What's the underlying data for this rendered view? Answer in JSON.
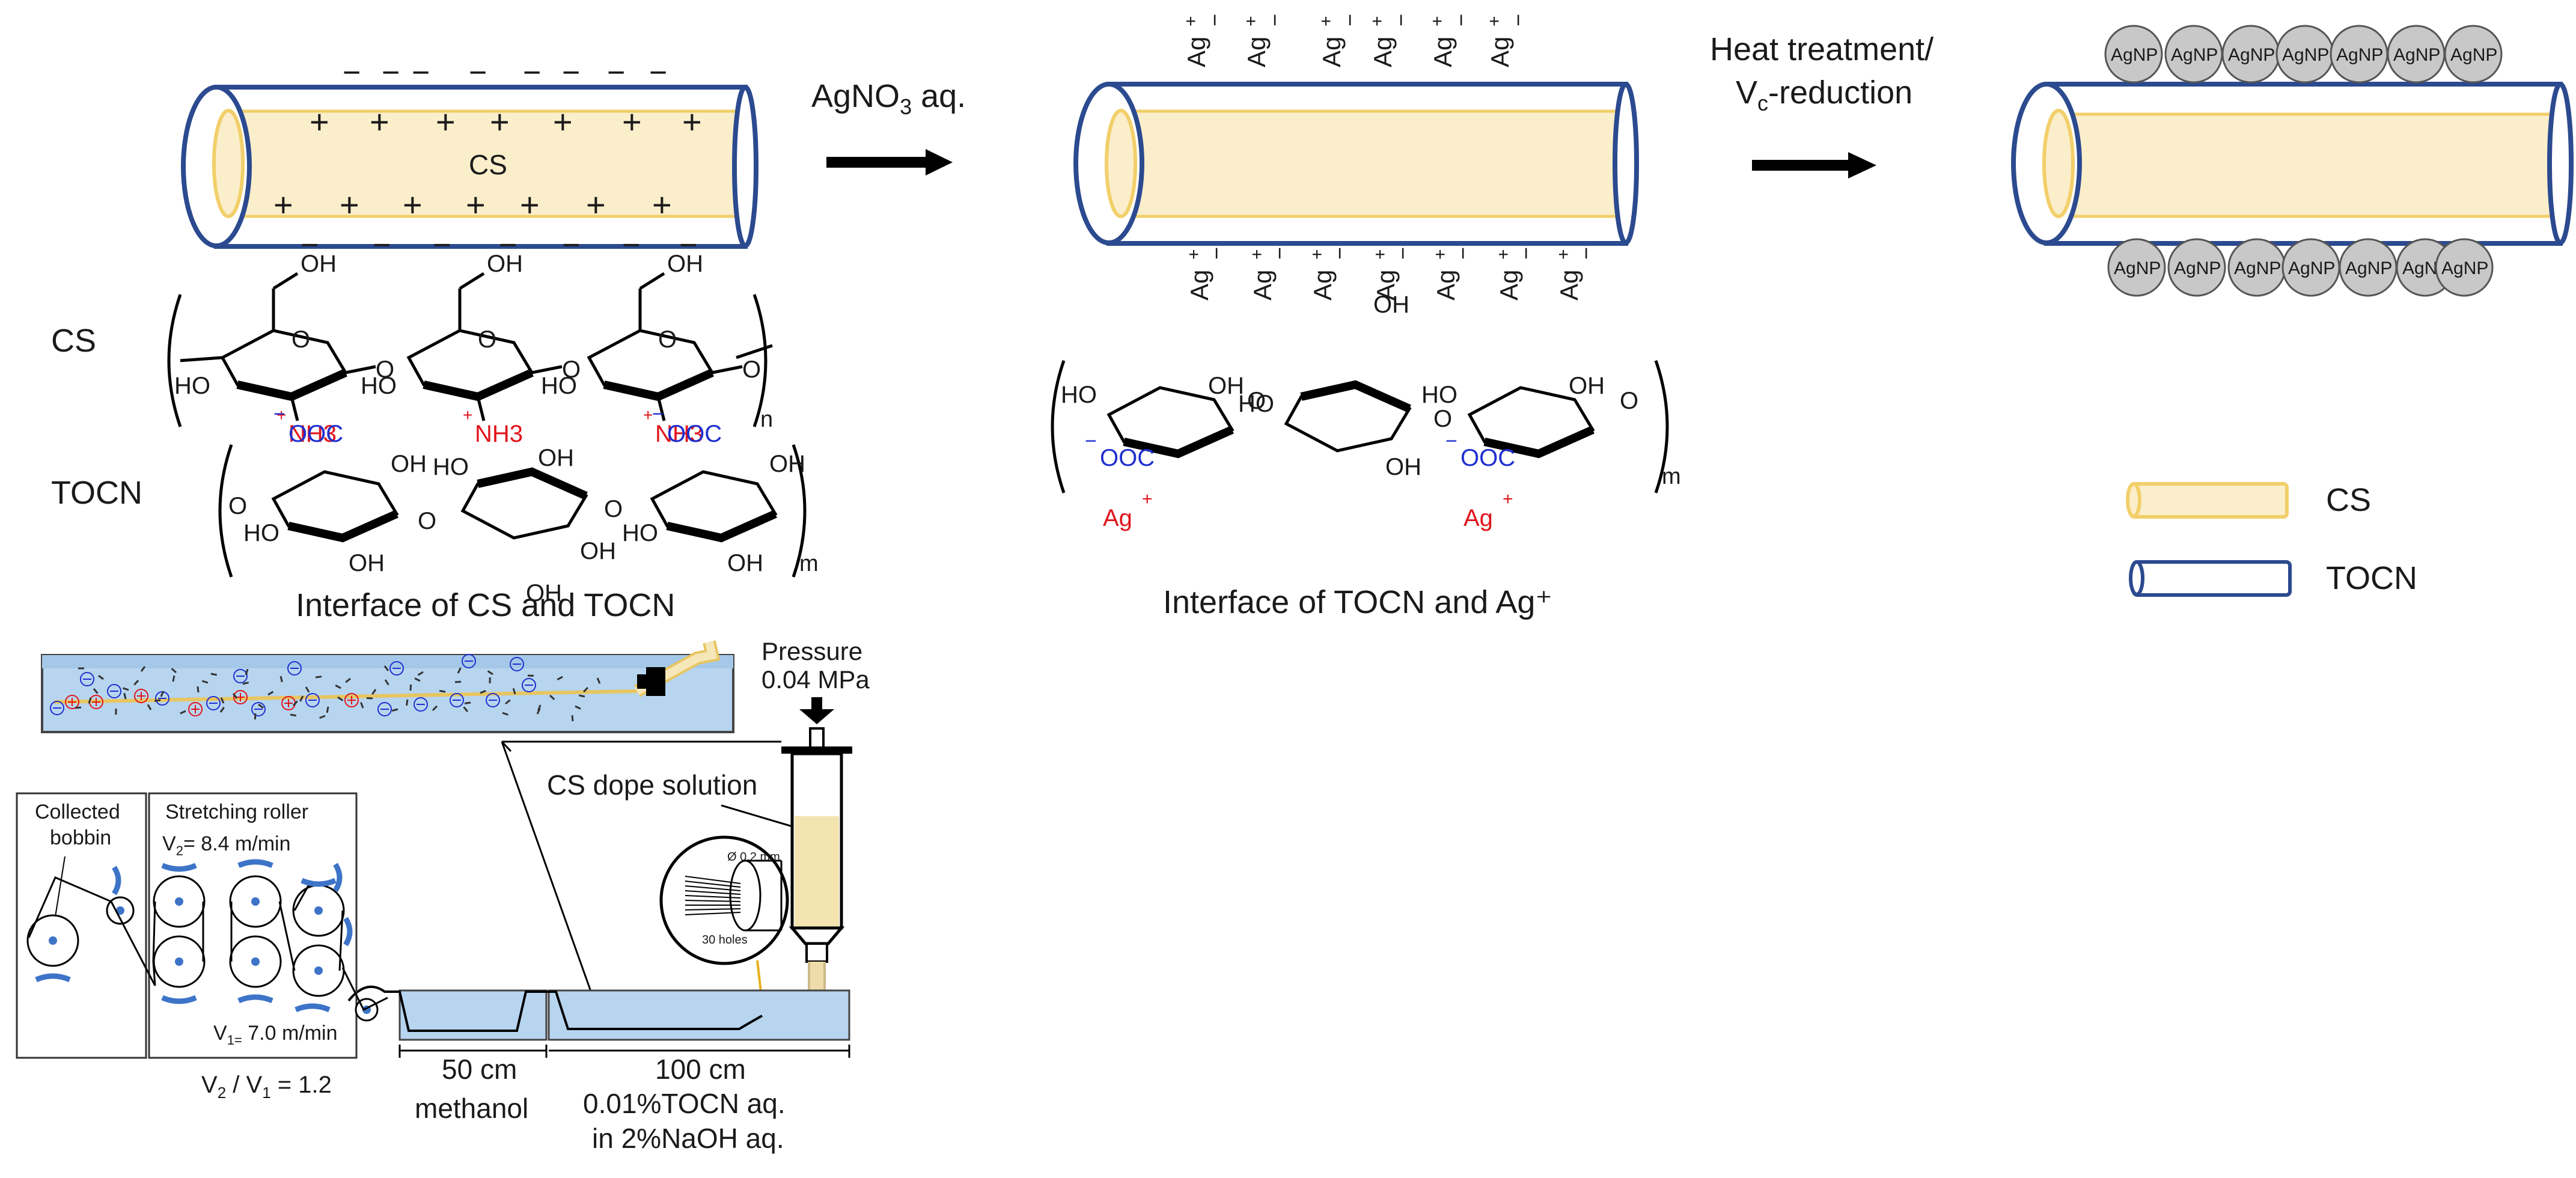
{
  "colors": {
    "tocn": "#2b4a8f",
    "cs_fill": "#fbeecb",
    "cs_stroke": "#f2cf6a",
    "agnp": "#c8c8c8",
    "bath": "#b7d5ef",
    "roller_accent": "#3d74c8",
    "cation": "#e0141c",
    "anion": "#1f2fd0"
  },
  "top": {
    "cs_label": "CS",
    "step1_label": "AgNO3 aq.",
    "step2_label_line1": "Heat treatment/",
    "step2_label_line2": "Vc-reduction",
    "ag_label": "Ag",
    "agnp_label": "AgNP",
    "plus_sign": "+",
    "minus_sign": "−"
  },
  "chem": {
    "cs_title": "CS",
    "tocn_title": "TOCN",
    "interface_cs_tocn": "Interface of CS and TOCN",
    "interface_tocn_ag": "Interface of TOCN and Ag⁺",
    "oh": "OH",
    "ho": "HO",
    "nh3": "NH3",
    "ooc": "OOC",
    "ag": "Ag",
    "sub_n": "n",
    "sub_m": "m"
  },
  "legend": {
    "cs": "CS",
    "tocn": "TOCN"
  },
  "process": {
    "pressure_line1": "Pressure",
    "pressure_line2": "0.04 MPa",
    "dope": "CS dope solution",
    "nozzle_dia": "Ø 0.2 mm",
    "nozzle_holes": "30 holes",
    "collected_line1": "Collected",
    "collected_line2": "bobbin",
    "stretching": "Stretching roller",
    "v2": "V2= 8.4 m/min",
    "v1": "V1= 7.0 m/min",
    "ratio": "V2 / V1 = 1.2",
    "bath1_len": "50 cm",
    "bath1_name": "methanol",
    "bath2_len": "100 cm",
    "bath2_line1": "0.01%TOCN aq.",
    "bath2_line2": "in 2%NaOH aq."
  }
}
